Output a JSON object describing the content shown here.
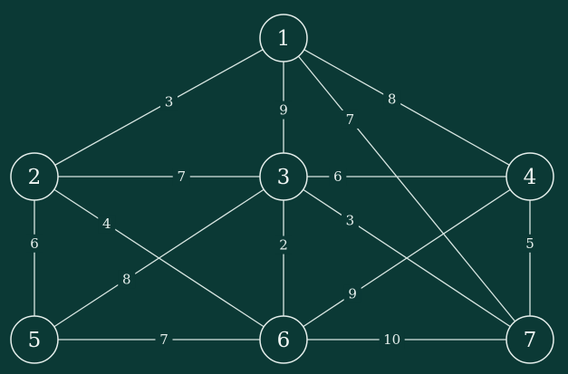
{
  "graph": {
    "nodes": [
      {
        "id": "1",
        "label": "1"
      },
      {
        "id": "2",
        "label": "2"
      },
      {
        "id": "3",
        "label": "3"
      },
      {
        "id": "4",
        "label": "4"
      },
      {
        "id": "5",
        "label": "5"
      },
      {
        "id": "6",
        "label": "6"
      },
      {
        "id": "7",
        "label": "7"
      }
    ],
    "edges": [
      {
        "from": "1",
        "to": "2",
        "weight": "3"
      },
      {
        "from": "1",
        "to": "3",
        "weight": "9"
      },
      {
        "from": "1",
        "to": "7",
        "weight": "7"
      },
      {
        "from": "1",
        "to": "4",
        "weight": "8"
      },
      {
        "from": "2",
        "to": "3",
        "weight": "7"
      },
      {
        "from": "3",
        "to": "4",
        "weight": "6"
      },
      {
        "from": "2",
        "to": "6",
        "weight": "4"
      },
      {
        "from": "2",
        "to": "5",
        "weight": "6"
      },
      {
        "from": "3",
        "to": "5",
        "weight": "8"
      },
      {
        "from": "3",
        "to": "6",
        "weight": "2"
      },
      {
        "from": "3",
        "to": "7",
        "weight": "3"
      },
      {
        "from": "4",
        "to": "6",
        "weight": "9"
      },
      {
        "from": "4",
        "to": "7",
        "weight": "5"
      },
      {
        "from": "5",
        "to": "6",
        "weight": "7"
      },
      {
        "from": "6",
        "to": "7",
        "weight": "10"
      }
    ]
  }
}
